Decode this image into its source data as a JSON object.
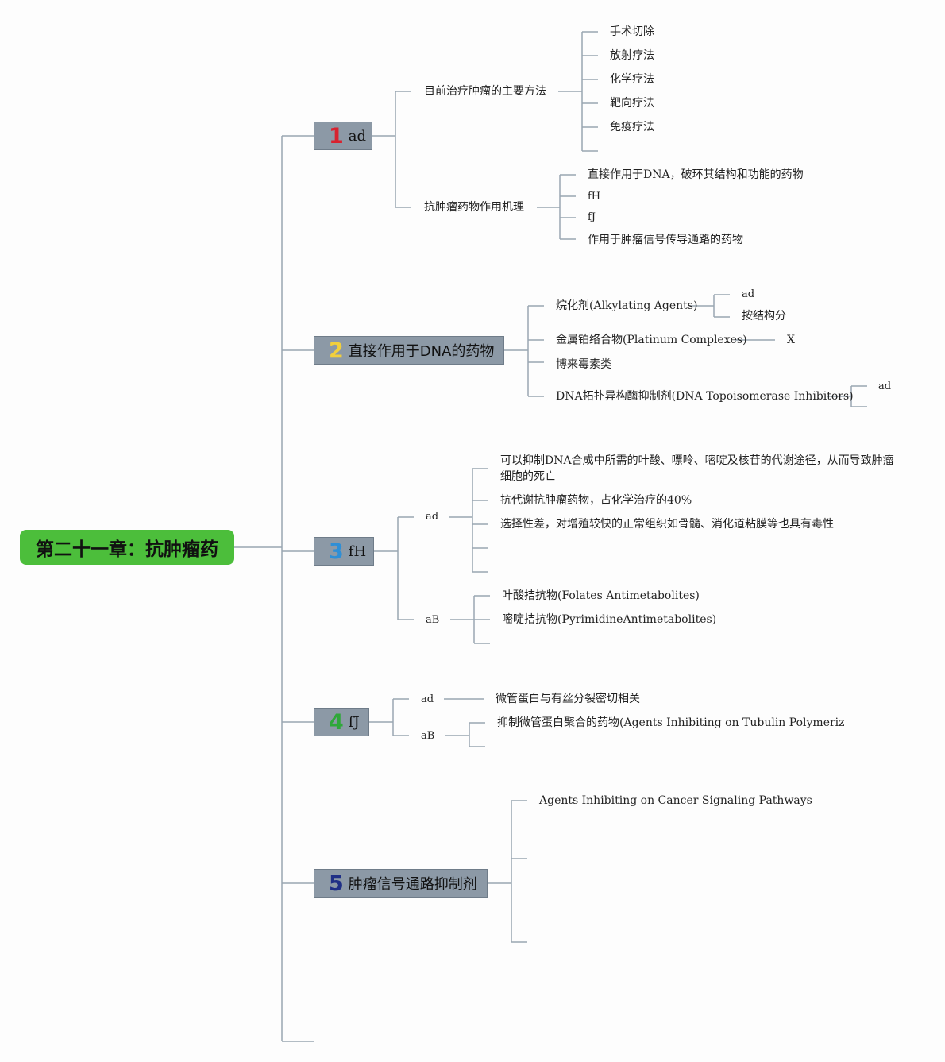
{
  "root": "第二十一章：抗肿瘤药",
  "topics": [
    {
      "num": "1",
      "label": "ad"
    },
    {
      "num": "2",
      "label": "直接作用于DNA的药物"
    },
    {
      "num": "3",
      "label": "fH"
    },
    {
      "num": "4",
      "label": "fJ"
    },
    {
      "num": "5",
      "label": "肿瘤信号通路抑制剂"
    }
  ],
  "t1": {
    "main_methods": "目前治疗肿瘤的主要方法",
    "methods": [
      "手术切除",
      "放射疗法",
      "化学疗法",
      "靶向疗法",
      "免疫疗法"
    ],
    "mechanism": "抗肿瘤药物作用机理",
    "mechanisms": [
      "直接作用于DNA，破环其结构和功能的药物",
      "fH",
      "fJ",
      "作用于肿瘤信号传导通路的药物"
    ]
  },
  "t2": {
    "alkylating": "烷化剂(Alkylating Agents)",
    "alkylating_children": [
      "ad",
      "按结构分"
    ],
    "platinum": "金属铂络合物(Platinum Complexes)",
    "platinum_child": "X",
    "bleomycin": "博来霉素类",
    "topo": "DNA拓扑异构酶抑制剂(DNA Topoisomerase Inhibitors)",
    "topo_child": "ad"
  },
  "t3": {
    "ad": "ad",
    "ad_children": [
      "可以抑制DNA合成中所需的叶酸、嘌呤、嘧啶及核苷的代谢途径，从而导致肿瘤细胞的死亡",
      "抗代谢抗肿瘤药物，占化学治疗的40%",
      "选择性差，对增殖较快的正常组织如骨髓、消化道粘膜等也具有毒性"
    ],
    "aB": "aB",
    "aB_children": [
      "叶酸拮抗物(Folates Antimetabolites)",
      "嘧啶拮抗物(PyrimidineAntimetabolites)"
    ]
  },
  "t4": {
    "ad": "ad",
    "ad_child": "微管蛋白与有丝分裂密切相关",
    "aB": "aB",
    "aB_child": "抑制微管蛋白聚合的药物(Agents Inhibiting on Tubulin Polymeriz"
  },
  "t5": {
    "child": "Agents Inhibiting on Cancer Signaling Pathways"
  },
  "colors": {
    "root": "#4cbe3b",
    "topic": "#8c99a6",
    "line": "#9aa6b2"
  }
}
